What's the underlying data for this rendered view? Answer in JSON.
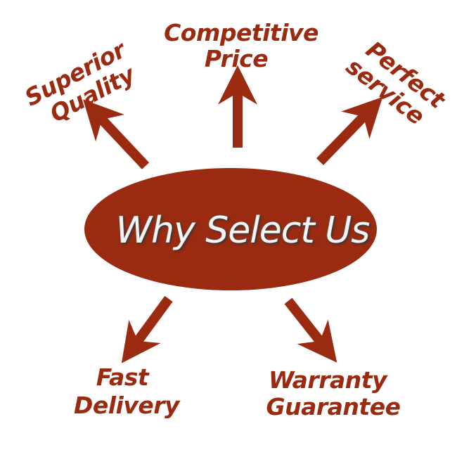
{
  "colors": {
    "accent": "#9a2a10",
    "center_text": "#f4f4f4",
    "background": "#ffffff"
  },
  "center": {
    "label": "Why Select Us"
  },
  "benefits": [
    {
      "id": "superior-quality",
      "lines": [
        "Superior",
        "Quality"
      ],
      "direction": "up-left"
    },
    {
      "id": "competitive-price",
      "lines": [
        "Competitive",
        "Price"
      ],
      "direction": "up"
    },
    {
      "id": "perfect-service",
      "lines": [
        "Perfect",
        "service"
      ],
      "direction": "up-right"
    },
    {
      "id": "fast-delivery",
      "lines": [
        "Fast",
        "Delivery"
      ],
      "direction": "down-left"
    },
    {
      "id": "warranty-guarantee",
      "lines": [
        "Warranty",
        "Guarantee"
      ],
      "direction": "down-right"
    }
  ]
}
